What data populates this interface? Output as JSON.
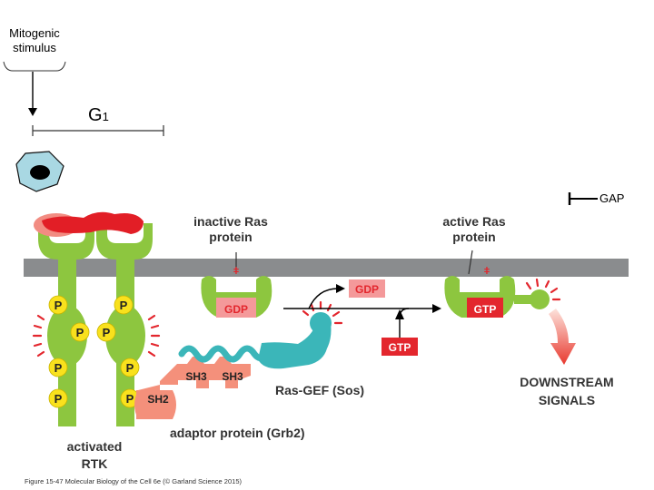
{
  "header": {
    "stimulus_line1": "Mitogenic",
    "stimulus_line2": "stimulus",
    "phase_letter": "G",
    "phase_sub": "1",
    "gap": "GAP"
  },
  "labels": {
    "inactive_ras_1": "inactive Ras",
    "inactive_ras_2": "protein",
    "active_ras_1": "active Ras",
    "active_ras_2": "protein",
    "gdp_bound": "GDP",
    "gdp_released": "GDP",
    "gtp_incoming": "GTP",
    "gtp_bound": "GTP",
    "downstream_1": "DOWNSTREAM",
    "downstream_2": "SIGNALS",
    "ras_gef": "Ras-GEF (Sos)",
    "adaptor": "adaptor protein (Grb2)",
    "sh3_a": "SH3",
    "sh3_b": "SH3",
    "sh2": "SH2",
    "rtk_1": "activated",
    "rtk_2": "RTK",
    "phospho": "P",
    "ras_anchor": "ǂ"
  },
  "caption": "Figure 15-47 Molecular Biology of the Cell 6e (© Garland Science 2015)",
  "colors": {
    "receptor_green": "#8dc63f",
    "ligand_red": "#e21e26",
    "ligand_pink": "#f28c82",
    "membrane_gray": "#8a8c8e",
    "phospho_yellow": "#f9e11d",
    "adaptor_salmon": "#f4907b",
    "gef_teal": "#3bb6b9",
    "label_red": "#e3262d",
    "label_pink": "#f4999a",
    "cell_blue": "#a9d8e3"
  }
}
